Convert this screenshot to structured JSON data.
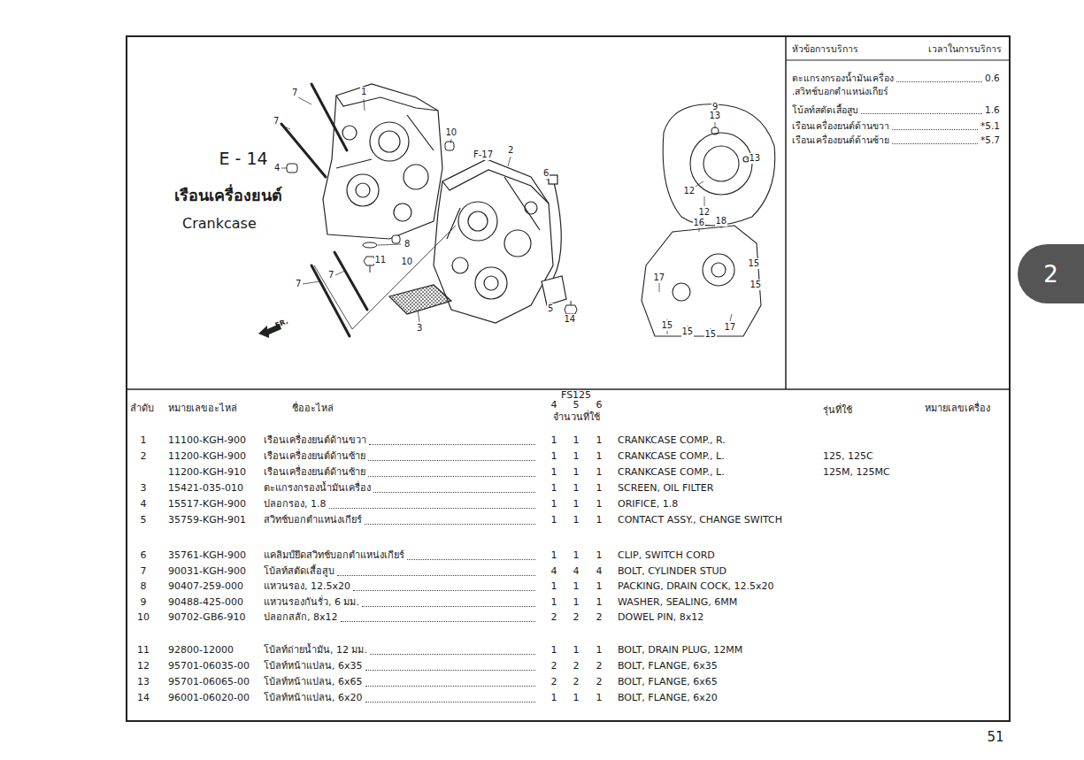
{
  "diagram": {
    "title": "เรือนเครื่องยนต์",
    "nodes": [
      {
        "text": [
          "2"
        ]
      }
    ],
    "labels": [
      "7",
      "1",
      "7",
      "10",
      "4",
      "F-17",
      "2",
      "6",
      "8",
      "11",
      "10",
      "7",
      "7",
      "3",
      "5",
      "14",
      "FR.",
      "9",
      "13",
      "13",
      "12",
      "12",
      "16",
      "18",
      "15",
      "15",
      "17",
      "15",
      "15",
      "15",
      "17",
      "E - 14",
      "Crankcase",
      "หัวข้อการบริการ",
      "เวลาในการบริการ",
      "ตะแกรงกรองน้ำมันเครื่อง",
      "0.6",
      ".สวิทช์บอกตำแหน่งเกียร์",
      "โบ้ลท์สตัดเสื้อสูบ",
      "1.6",
      "เรือนเครื่องยนต์ด้านขวา",
      "*5.1",
      "เรือนเครื่องยนต์ด้านซ้าย",
      "*5.7",
      "ลำดับ",
      "หมายเลขอะไหล่",
      "ชื่ออะไหล่",
      "FS125",
      "4",
      "5",
      "6",
      "จำนวนที่ใช้",
      "รุ่นที่ใช้",
      "หมายเลขเครื่อง",
      "1",
      "11100-KGH-900",
      "เรือนเครื่องยนต์ด้านขวา",
      "1",
      "1",
      "1",
      "CRANKCASE COMP., R.",
      "2",
      "11200-KGH-900",
      "เรือนเครื่องยนต์ด้านซ้าย",
      "1",
      "1",
      "1",
      "CRANKCASE COMP., L.",
      "125, 125C",
      "11200-KGH-910",
      "เรือนเครื่องยนต์ด้านซ้าย",
      "1",
      "1",
      "1",
      "CRANKCASE COMP., L.",
      "125M, 125MC",
      "3",
      "15421-035-010",
      "ตะแกรงกรองน้ำมันเครื่อง",
      "1",
      "1",
      "1",
      "SCREEN, OIL FILTER",
      "4",
      "15517-KGH-900",
      "ปลอกรอง, 1.8",
      "1",
      "1",
      "1",
      "ORIFICE, 1.8",
      "5",
      "35759-KGH-901",
      "สวิทช์บอกตำแหน่งเกียร์",
      "1",
      "1",
      "1",
      "CONTACT ASSY., CHANGE SWITCH",
      "6",
      "35761-KGH-900",
      "แคลิมป์ยึดสวิทช์บอกตำแหน่งเกียร์",
      "1",
      "1",
      "1",
      "CLIP, SWITCH CORD",
      "7",
      "90031-KGH-900",
      "โบ้ลท์สตัดเสื้อสูบ",
      "4",
      "4",
      "4",
      "BOLT, CYLINDER STUD",
      "8",
      "90407-259-000",
      "แหวนรอง, 12.5x20",
      "1",
      "1",
      "1",
      "PACKING, DRAIN COCK, 12.5x20",
      "9",
      "90488-425-000",
      "แหวนรองกันรั่ว, 6 มม.",
      "1",
      "1",
      "1",
      "WASHER, SEALING, 6MM",
      "10",
      "90702-GB6-910",
      "ปลอกสลัก, 8x12",
      "2",
      "2",
      "2",
      "DOWEL PIN, 8x12",
      "11",
      "92800-12000",
      "โบ้ลท์ถ่ายน้ำมัน, 12 มม.",
      "1",
      "1",
      "1",
      "BOLT, DRAIN PLUG, 12MM",
      "12",
      "95701-06035-00",
      "โบ้ลท์หน้าแปลน, 6x35",
      "2",
      "2",
      "2",
      "BOLT, FLANGE, 6x35",
      "13",
      "95701-06065-00",
      "โบ้ลท์หน้าแปลน, 6x65",
      "2",
      "2",
      "2",
      "BOLT, FLANGE, 6x65",
      "14",
      "96001-06020-00",
      "โบ้ลท์หน้าแปลน, 6x20",
      "1",
      "1",
      "1",
      "BOLT, FLANGE, 6x20",
      "51"
    ]
  }
}
